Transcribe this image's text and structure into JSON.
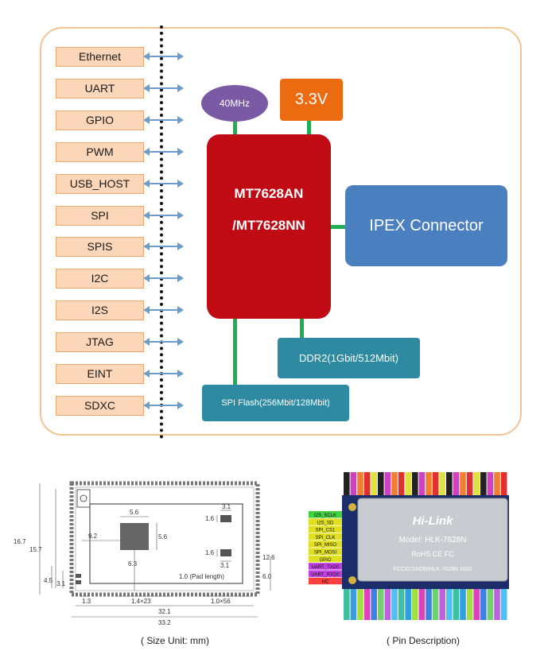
{
  "block_diagram": {
    "interfaces": [
      {
        "label": "Ethernet"
      },
      {
        "label": "UART"
      },
      {
        "label": "GPIO"
      },
      {
        "label": "PWM"
      },
      {
        "label": "USB_HOST"
      },
      {
        "label": "SPI"
      },
      {
        "label": "SPIS"
      },
      {
        "label": "I2C"
      },
      {
        "label": "I2S"
      },
      {
        "label": "JTAG"
      },
      {
        "label": "EINT"
      },
      {
        "label": "SDXC"
      }
    ],
    "chip": {
      "line1": "MT7628AN",
      "line2": "/MT7628NN"
    },
    "oscillator": "40MHz",
    "power": "3.3V",
    "ipex": "IPEX Connector",
    "ddr": "DDR2(1Gbit/512Mbit)",
    "spi_flash": "SPI Flash(256Mbit/128Mbit)",
    "colors": {
      "frame": "#f3c48f",
      "interface_fill": "#fbd6b8",
      "chip": "#c00a14",
      "oscillator": "#7b5aa5",
      "power": "#ec6b10",
      "ipex": "#4b80c0",
      "memory": "#2e8aa1",
      "link": "#1fae55",
      "arrow": "#6d9ccb"
    }
  },
  "dimension_drawing": {
    "caption": "( Size Unit: mm)",
    "dims": {
      "height_total": "16.7",
      "height_inner": "15.7",
      "left_a": "4.5",
      "left_b": "3.1",
      "pad_offset": "9.2",
      "pad_w": "5.6",
      "pad_h": "5.6",
      "pad_y": "6.3",
      "right_pad_w1": "3.1",
      "right_pad_h1": "1.6",
      "right_pad_w2": "3.1",
      "right_pad_h2": "1.6",
      "right_h1": "12.6",
      "right_h2": "6.0",
      "pad_length": "1.0 (Pad length)",
      "bottom_left": "1.3",
      "pitch_a": "1.4×23",
      "pitch_b": "1.0×56",
      "width_inner": "32.1",
      "width_total": "33.2"
    }
  },
  "pin_description": {
    "caption": "( Pin Description)",
    "module": {
      "brand": "Hi-Link",
      "model": "Model: HLK-7628N",
      "cert": "RoHS CE FC",
      "fcc": "FCCID:2AD56HLK-7628N  1632"
    },
    "left_labels": [
      "I2S_SCLK",
      "I2S_SD",
      "SPI_CS1",
      "SPI_CLK",
      "SPI_MISO",
      "SPI_MOSI",
      "GPIO",
      "UART_TXD0",
      "UART_RXD0",
      "NC"
    ]
  }
}
